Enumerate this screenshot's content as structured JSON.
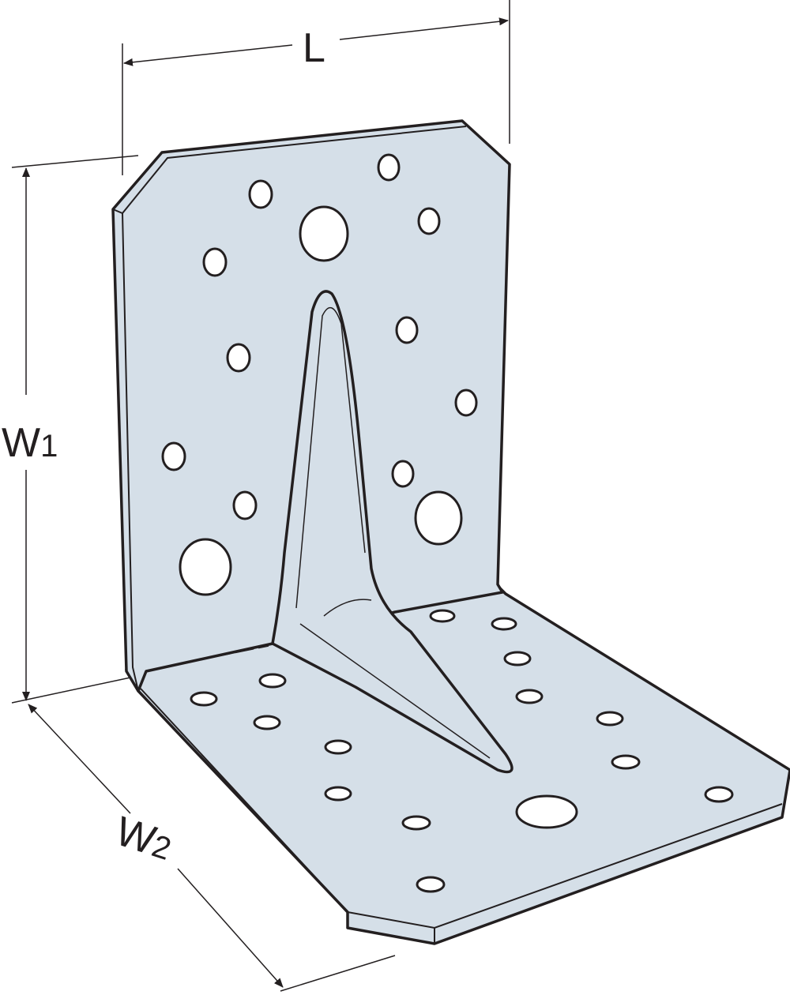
{
  "labels": {
    "length": "L",
    "width1": "W",
    "width1_sub": "1",
    "width2": "W",
    "width2_sub": "2"
  },
  "colors": {
    "plate": "#d5dfe8",
    "line": "#231f20"
  }
}
